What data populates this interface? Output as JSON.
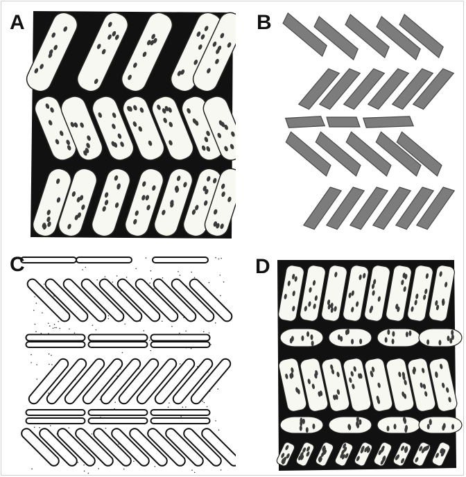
{
  "panels": [
    {
      "id": "A",
      "label": "A"
    },
    {
      "id": "B",
      "label": "B"
    },
    {
      "id": "C",
      "label": "C"
    },
    {
      "id": "D",
      "label": "D"
    }
  ],
  "colors": {
    "ink": "#111111",
    "cell_fill": "#f8f8f2",
    "pore": "#3a3a3a",
    "grey_plate": "#7c7c7c",
    "grey_outline": "#4a4a4a"
  }
}
